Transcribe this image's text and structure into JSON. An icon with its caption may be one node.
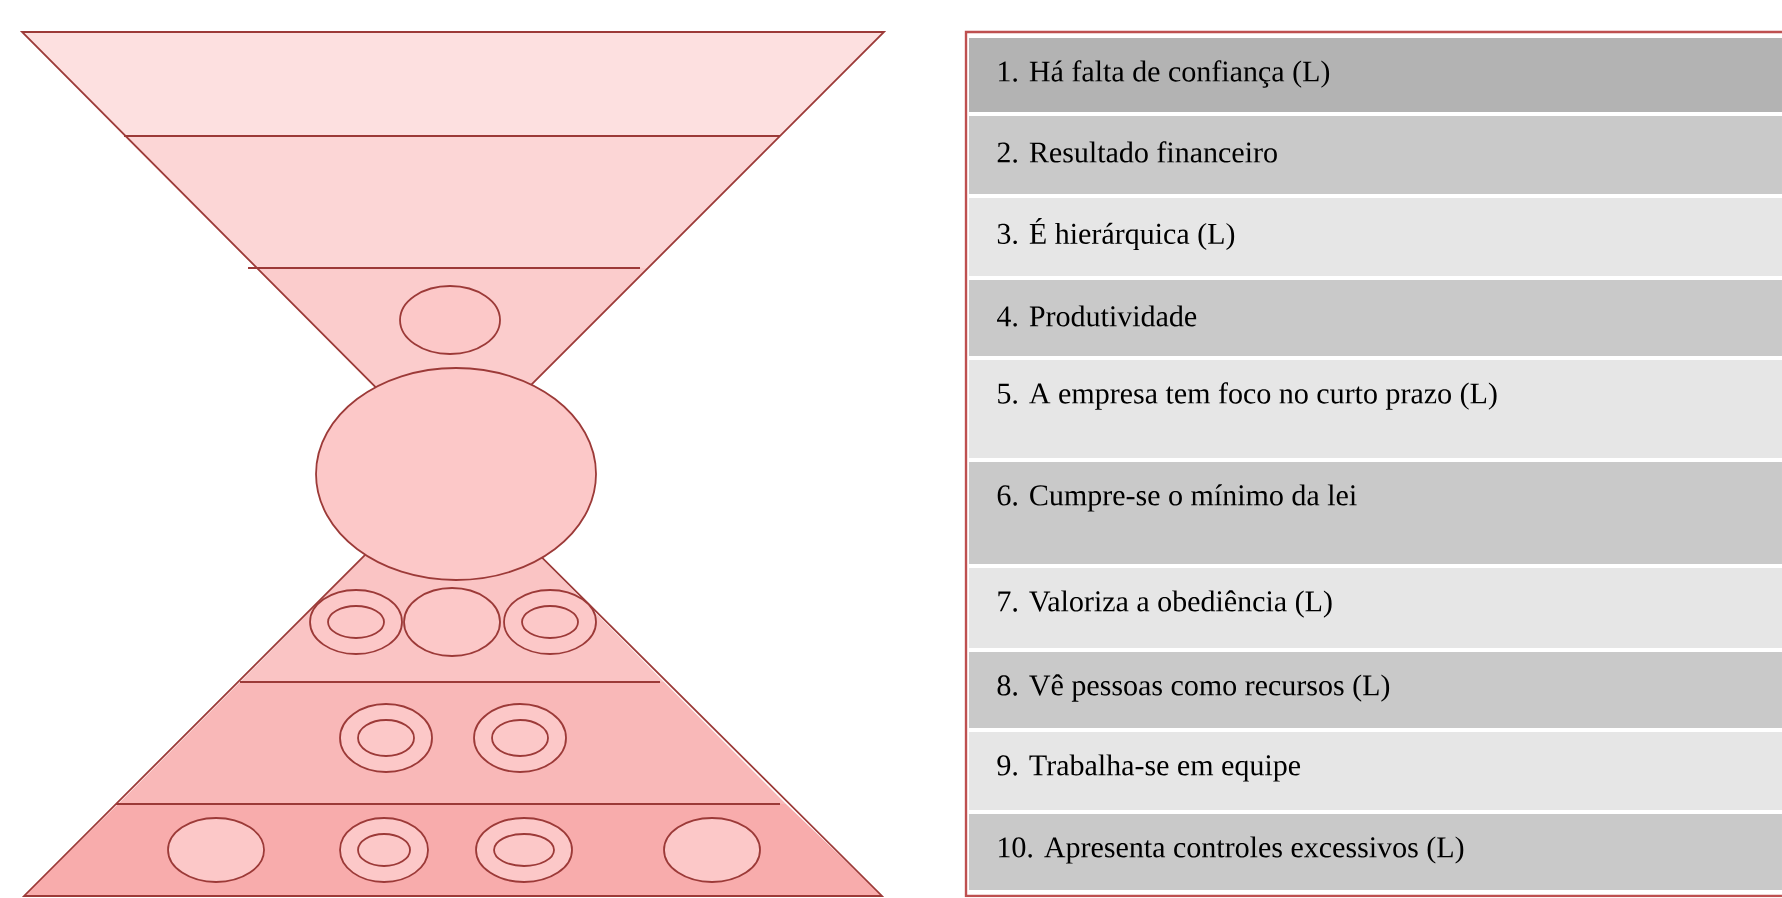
{
  "diagram": {
    "labels": [
      "1. Há falta de confiança (L)",
      "2. Resultado financeiro",
      "3. É hierárquica (L)",
      "4. Produtividade",
      "5. A empresa tem foco no curto prazo (L)",
      "6. Cumpre-se o mínimo da lei",
      "7. Valoriza a obediência (L)",
      "8. Vê pessoas como recursos (L)",
      "9. Trabalha-se em equipe",
      "10. Apresenta controles excessivos (L)"
    ]
  }
}
